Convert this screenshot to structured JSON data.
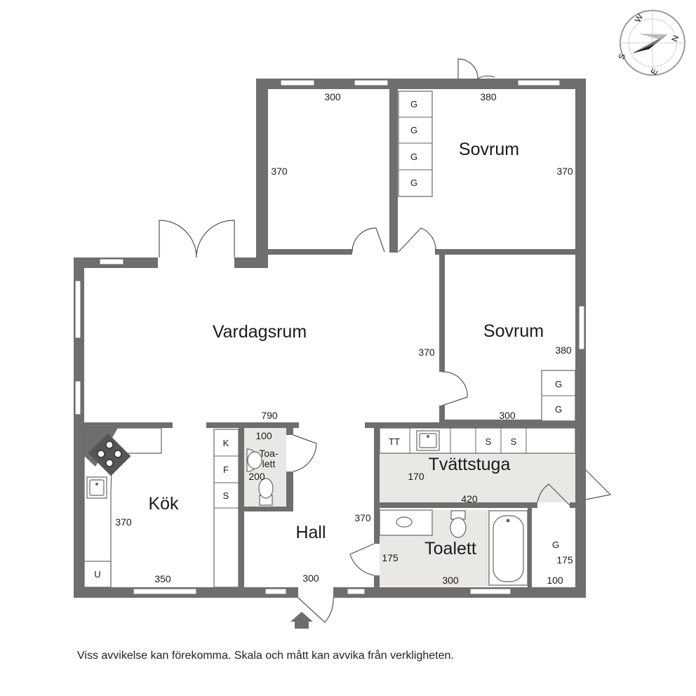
{
  "rooms": {
    "sovrum_1": "Sovrum",
    "sovrum_2": "Sovrum",
    "vardagsrum": "Vardagsrum",
    "kok": "Kök",
    "hall": "Hall",
    "tvattstuga": "Tvättstuga",
    "toalett": "Toalett",
    "toalett_small_line1": "Toa-",
    "toalett_small_line2": "lett"
  },
  "dimensions": {
    "bedroom_top_left_width": "300",
    "bedroom_top_left_height": "370",
    "sovrum_1_width": "380",
    "sovrum_1_height": "370",
    "vardagsrum_width": "790",
    "vardagsrum_height": "370",
    "sovrum_2_depth": "380",
    "sovrum_2_width": "300",
    "small_wc_width": "100",
    "small_wc_height": "200",
    "kok_height": "370",
    "kok_width": "350",
    "hall_width": "300",
    "hall_height": "370",
    "tvattstuga_height": "170",
    "tvattstuga_width": "420",
    "toalett_height": "175",
    "toalett_width": "300",
    "closet_height": "175",
    "closet_width": "100"
  },
  "fixtures": {
    "wardrobe": "G",
    "fridge": "K",
    "freezer": "F",
    "storage": "S",
    "dryer": "TT",
    "appliance": "U"
  },
  "compass": {
    "n": "N",
    "e": "E",
    "s": "S",
    "w": "W"
  },
  "disclaimer": "Viss avvikelse kan förekomma. Skala och mått kan avvika från verkligheten."
}
